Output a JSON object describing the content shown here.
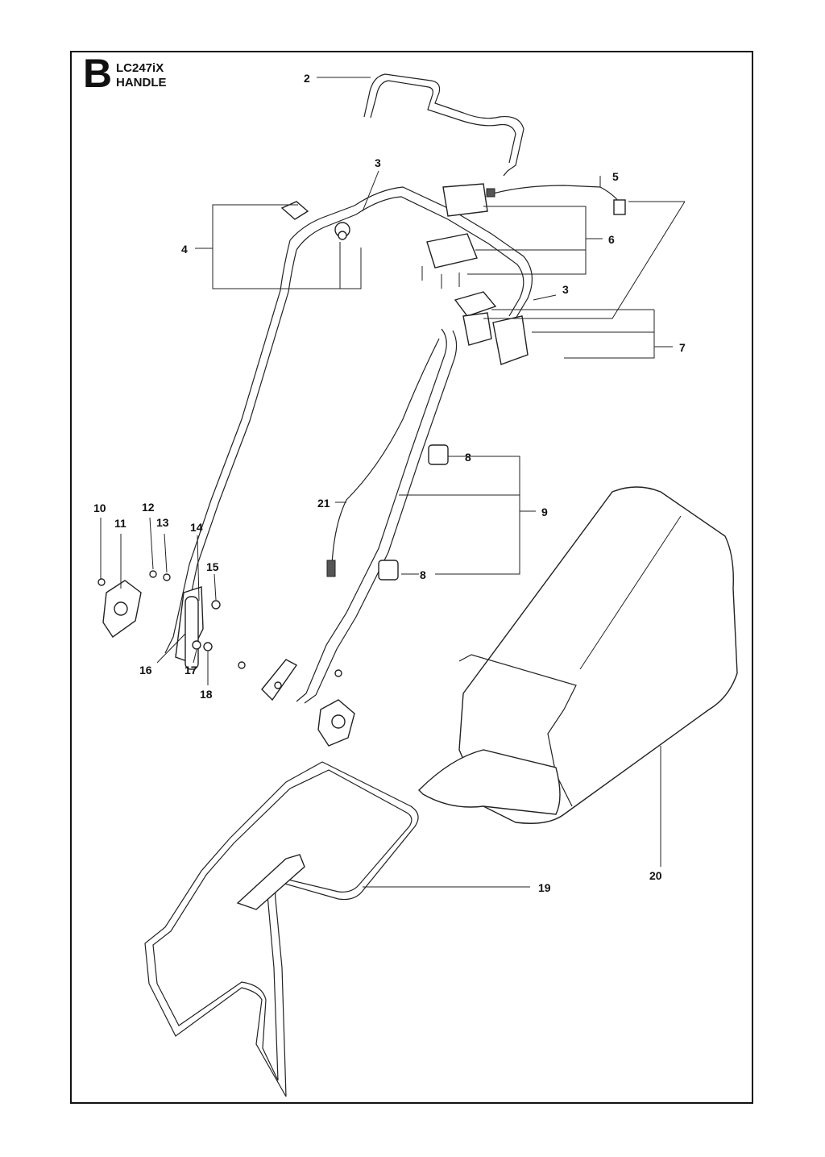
{
  "header": {
    "section_letter": "B",
    "model": "LC247iX",
    "title": "HANDLE"
  },
  "callouts": [
    {
      "id": "c2",
      "number": "2"
    },
    {
      "id": "c3a",
      "number": "3"
    },
    {
      "id": "c3b",
      "number": "3"
    },
    {
      "id": "c4",
      "number": "4"
    },
    {
      "id": "c5",
      "number": "5"
    },
    {
      "id": "c6",
      "number": "6"
    },
    {
      "id": "c7",
      "number": "7"
    },
    {
      "id": "c8a",
      "number": "8"
    },
    {
      "id": "c8b",
      "number": "8"
    },
    {
      "id": "c9",
      "number": "9"
    },
    {
      "id": "c10",
      "number": "10"
    },
    {
      "id": "c11",
      "number": "11"
    },
    {
      "id": "c12",
      "number": "12"
    },
    {
      "id": "c13",
      "number": "13"
    },
    {
      "id": "c14",
      "number": "14"
    },
    {
      "id": "c15",
      "number": "15"
    },
    {
      "id": "c16",
      "number": "16"
    },
    {
      "id": "c17",
      "number": "17"
    },
    {
      "id": "c18",
      "number": "18"
    },
    {
      "id": "c19",
      "number": "19"
    },
    {
      "id": "c20",
      "number": "20"
    },
    {
      "id": "c21",
      "number": "21"
    }
  ]
}
